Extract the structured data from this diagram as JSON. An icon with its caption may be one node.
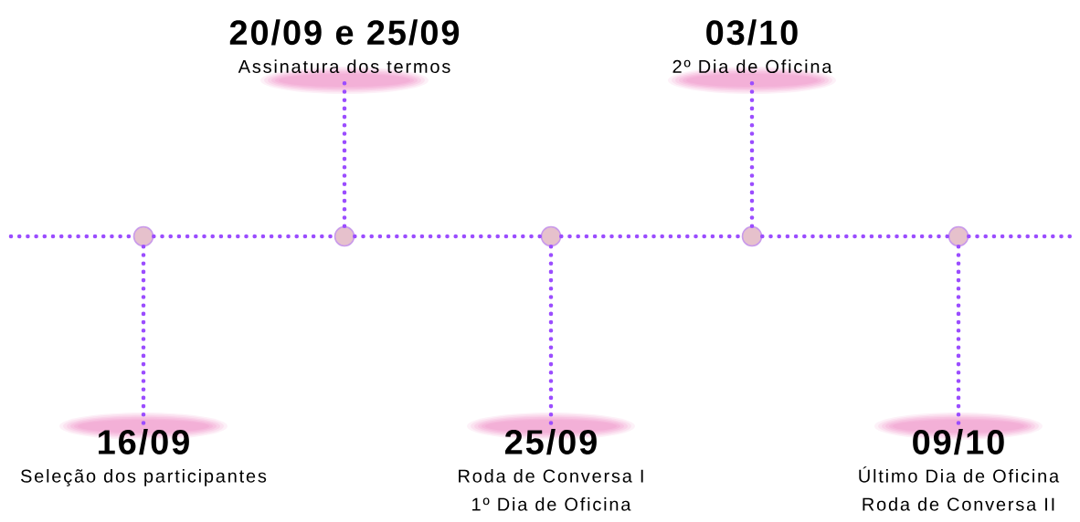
{
  "diagram": {
    "nodes": [
      {
        "text": [],
        "shape": "circle"
      },
      {
        "text": [],
        "shape": "circle"
      },
      {
        "text": [],
        "shape": "circle"
      },
      {
        "text": [],
        "shape": "circle"
      },
      {
        "text": [],
        "shape": "circle"
      },
      {
        "text": [
          "16/09",
          "Seleção dos participantes"
        ]
      },
      {
        "text": [
          "20/09 e 25/09",
          "Assinatura dos termos"
        ]
      },
      {
        "text": [
          "25/09",
          "Roda de Conversa I",
          "1º Dia de Oficina"
        ]
      },
      {
        "text": [
          "03/10",
          "2º Dia de Oficina"
        ]
      },
      {
        "text": [
          "09/10",
          "Último Dia de Oficina",
          "Roda de Conversa II"
        ]
      }
    ],
    "edges": [
      {
        "from": 0,
        "to": 1,
        "arrow": "none"
      },
      {
        "from": 1,
        "to": 2,
        "arrow": "none"
      },
      {
        "from": 2,
        "to": 3,
        "arrow": "none"
      },
      {
        "from": 3,
        "to": 4,
        "arrow": "none"
      },
      {
        "from": 0,
        "to": 5,
        "arrow": "none"
      },
      {
        "from": 1,
        "to": 6,
        "arrow": "none"
      },
      {
        "from": 2,
        "to": 7,
        "arrow": "none"
      },
      {
        "from": 3,
        "to": 8,
        "arrow": "none"
      },
      {
        "from": 4,
        "to": 9,
        "arrow": "none"
      }
    ]
  }
}
